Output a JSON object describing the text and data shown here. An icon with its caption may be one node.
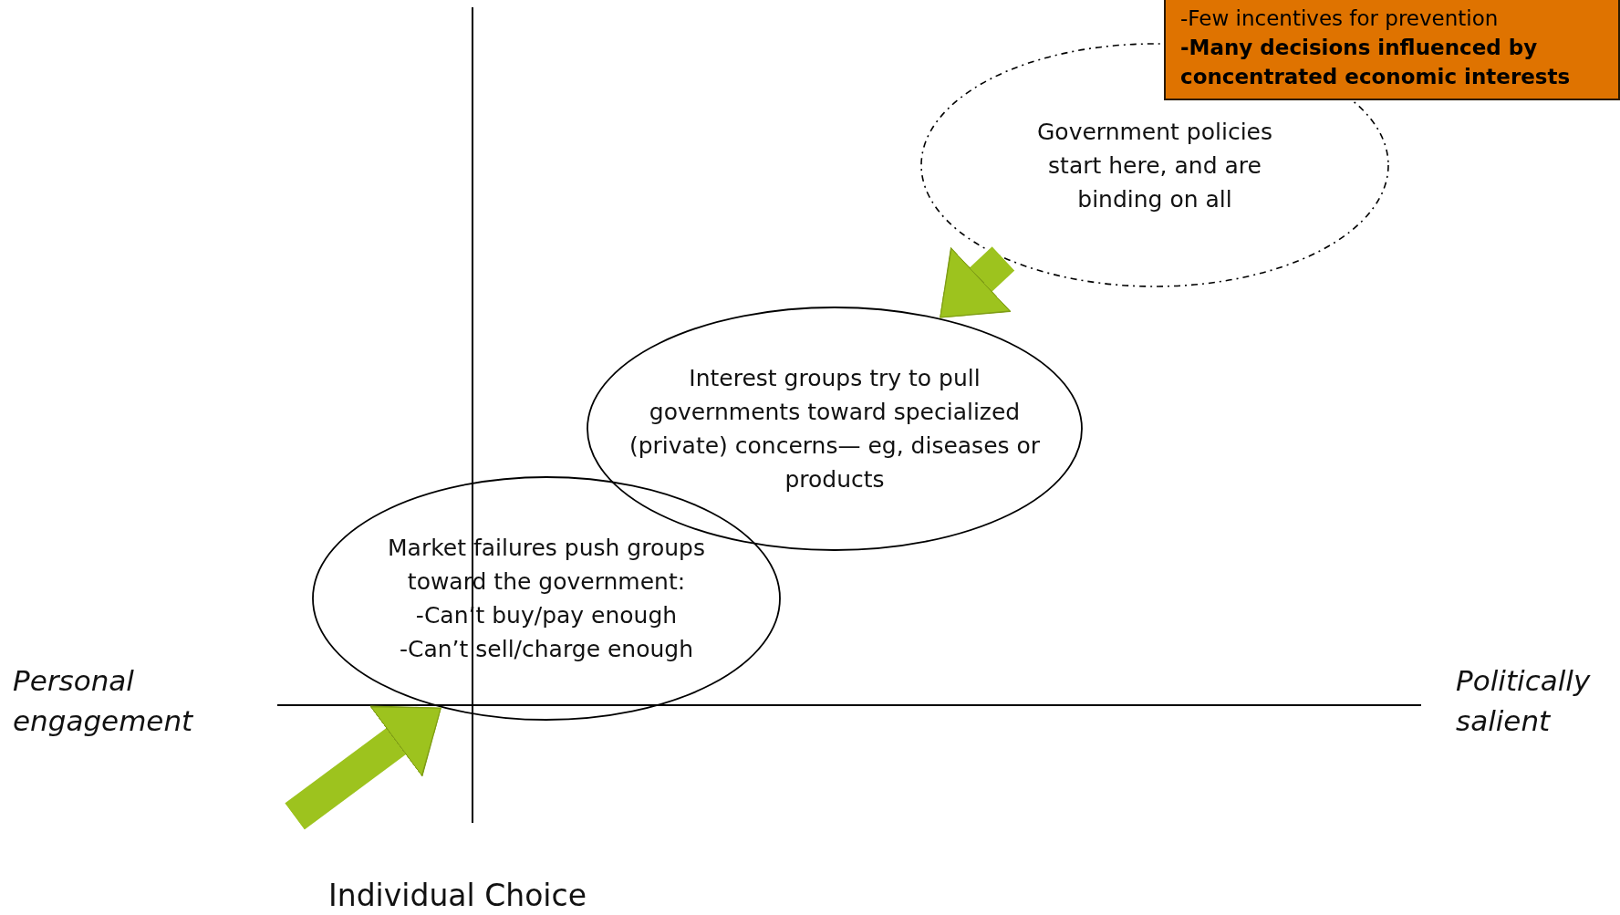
{
  "diagram": {
    "nodes": [
      {
        "text": [
          "-Few incentives for prevention",
          "-Many decisions influenced by concentrated economic interests"
        ]
      },
      {
        "text": [
          "Government policies start here, and are binding on all"
        ]
      },
      {
        "text": [
          "Interest groups try to pull governments toward specialized (private) concerns— eg, diseases or products"
        ]
      },
      {
        "text": [
          "Market failures push groups toward the government:",
          "-Can’t buy/pay enough",
          "-Can’t sell/charge enough"
        ]
      }
    ],
    "edges": [
      {
        "from": 1,
        "to": 2,
        "arrow": "to"
      },
      {
        "from": null,
        "to": 3,
        "arrow": "to"
      }
    ],
    "labels": [
      "Personal engagement",
      "Politically salient",
      "Individual Choice"
    ]
  }
}
